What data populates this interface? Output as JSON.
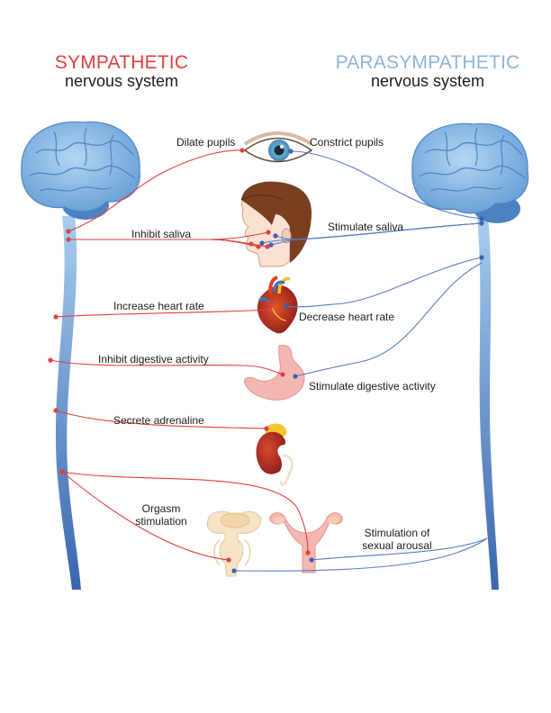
{
  "headings": {
    "sympathetic_title": "SYMPATHETIC",
    "sympathetic_subtitle": "nervous system",
    "parasympathetic_title": "PARASYMPATHETIC",
    "parasympathetic_subtitle": "nervous system"
  },
  "colors": {
    "sympathetic": "#e0403e",
    "parasympathetic": "#5a7cc4",
    "brain": "#86b9e6",
    "spine_top": "#9cc6ec",
    "spine_bottom": "#3e6cb2"
  },
  "sympathetic_effects": {
    "eye": "Dilate pupils",
    "saliva": "Inhibit saliva",
    "heart": "Increase heart rate",
    "digestion": "Inhibit digestive activity",
    "adrenal": "Secrete adrenaline",
    "sexual_line1": "Orgasm",
    "sexual_line2": "stimulation"
  },
  "parasympathetic_effects": {
    "eye": "Constrict pupils",
    "saliva": "Stimulate saliva",
    "heart": "Decrease heart rate",
    "digestion": "Stimulate digestive activity",
    "sexual_line1": "Stimulation of",
    "sexual_line2": "sexual arousal"
  }
}
